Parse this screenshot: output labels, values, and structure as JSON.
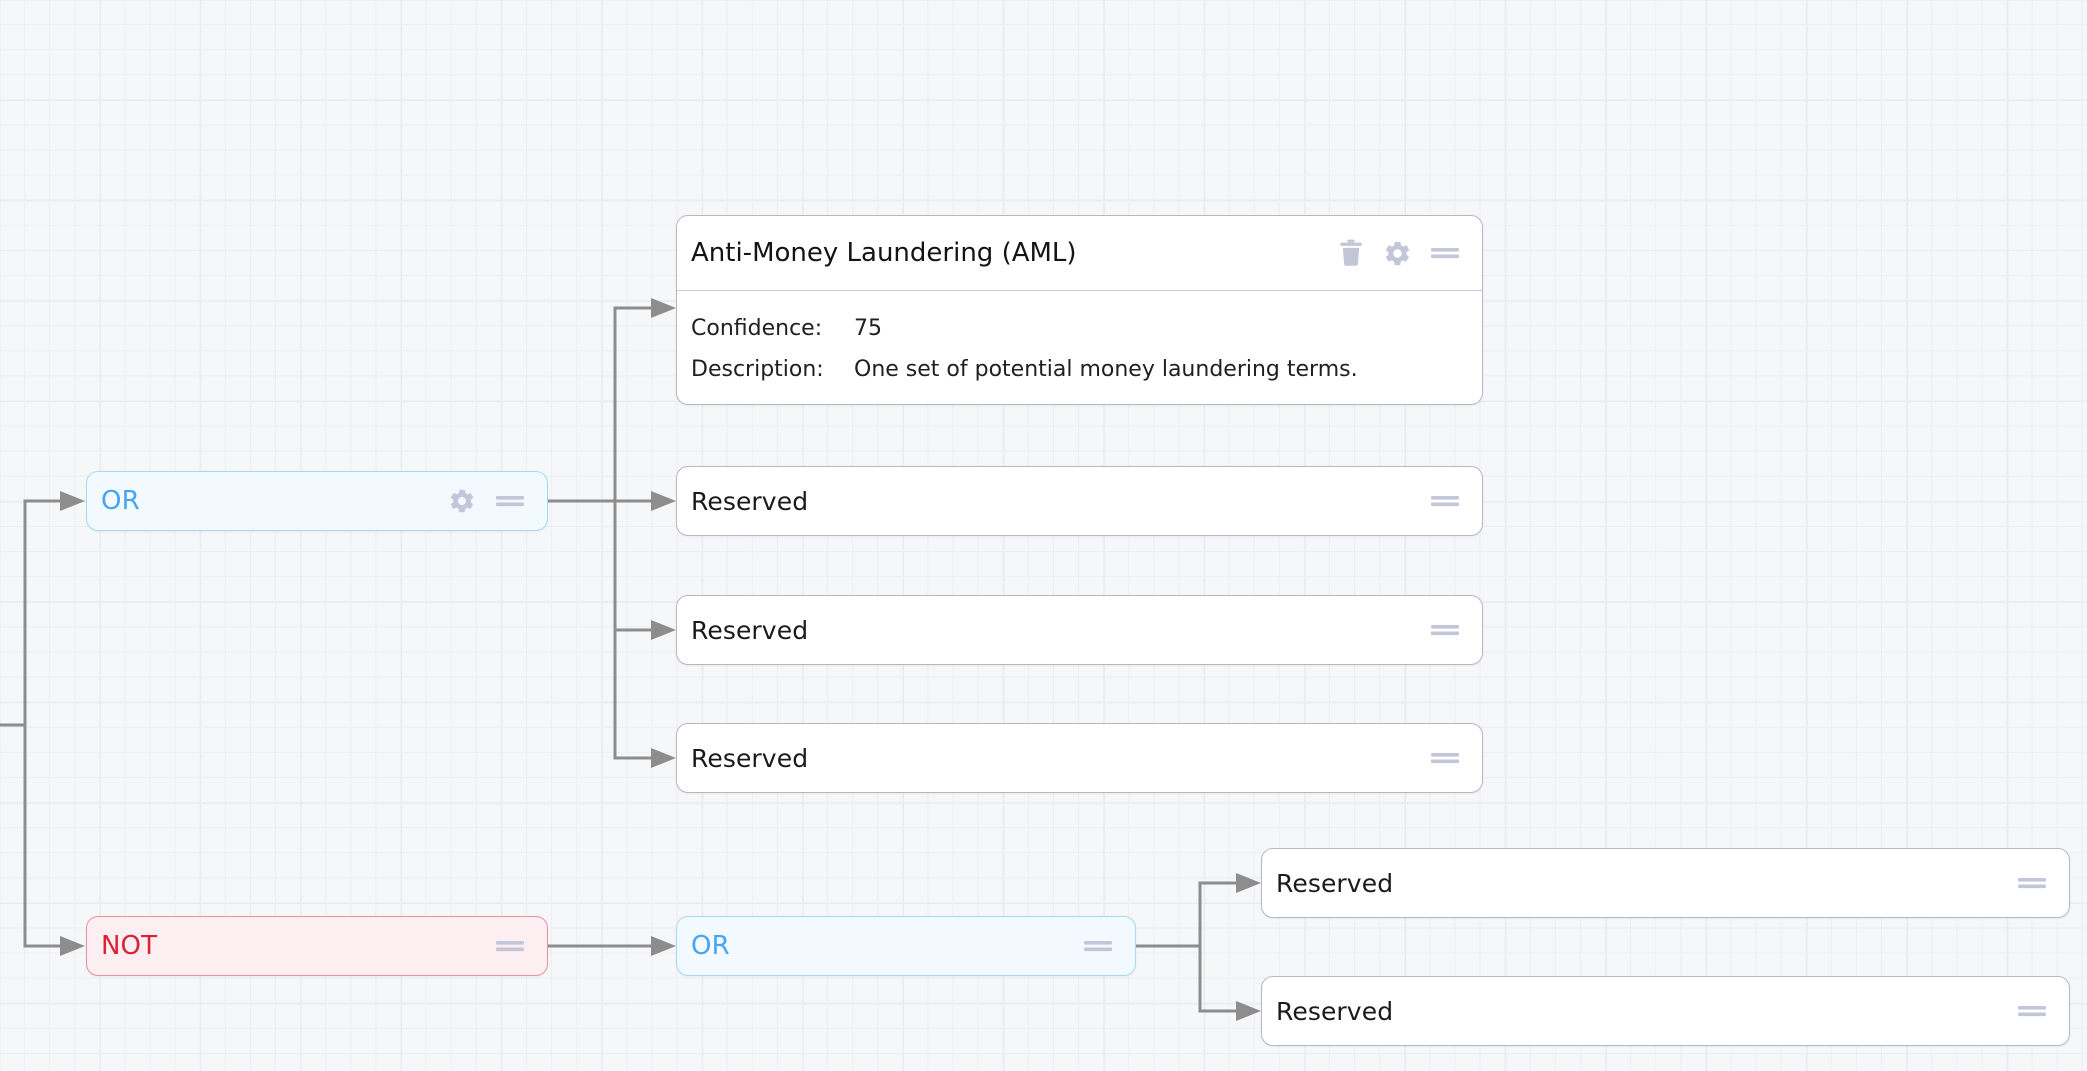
{
  "canvas": {
    "background_color": "#f6f7f9",
    "grid_line_color": "#e6e8ec",
    "edge_color": "#8d8d8d"
  },
  "colors": {
    "or_text": "#4aa3ef",
    "or_border": "#a6d8f5",
    "or_fill": "#f2faff",
    "not_text": "#dc2136",
    "not_border": "#e8919f",
    "not_fill": "#fdeff1",
    "node_border": "#b6b8c0",
    "node_fill": "#ffffff",
    "icon_color": "#c3c6d8"
  },
  "nodes": {
    "or_root": {
      "label": "OR",
      "icons": [
        "gear-icon",
        "drag-handle-icon"
      ]
    },
    "aml_card": {
      "title": "Anti-Money Laundering (AML)",
      "icons": [
        "trash-icon",
        "gear-icon",
        "drag-handle-icon"
      ],
      "rows": [
        {
          "key": "Confidence:",
          "value": "75"
        },
        {
          "key": "Description:",
          "value": "One set of potential money laundering terms."
        }
      ]
    },
    "reserved_1": {
      "label": "Reserved",
      "icons": [
        "drag-handle-icon"
      ]
    },
    "reserved_2": {
      "label": "Reserved",
      "icons": [
        "drag-handle-icon"
      ]
    },
    "reserved_3": {
      "label": "Reserved",
      "icons": [
        "drag-handle-icon"
      ]
    },
    "not_node": {
      "label": "NOT",
      "icons": [
        "drag-handle-icon"
      ]
    },
    "or_child": {
      "label": "OR",
      "icons": [
        "drag-handle-icon"
      ]
    },
    "reserved_4": {
      "label": "Reserved",
      "icons": [
        "drag-handle-icon"
      ]
    },
    "reserved_5": {
      "label": "Reserved",
      "icons": [
        "drag-handle-icon"
      ]
    }
  }
}
